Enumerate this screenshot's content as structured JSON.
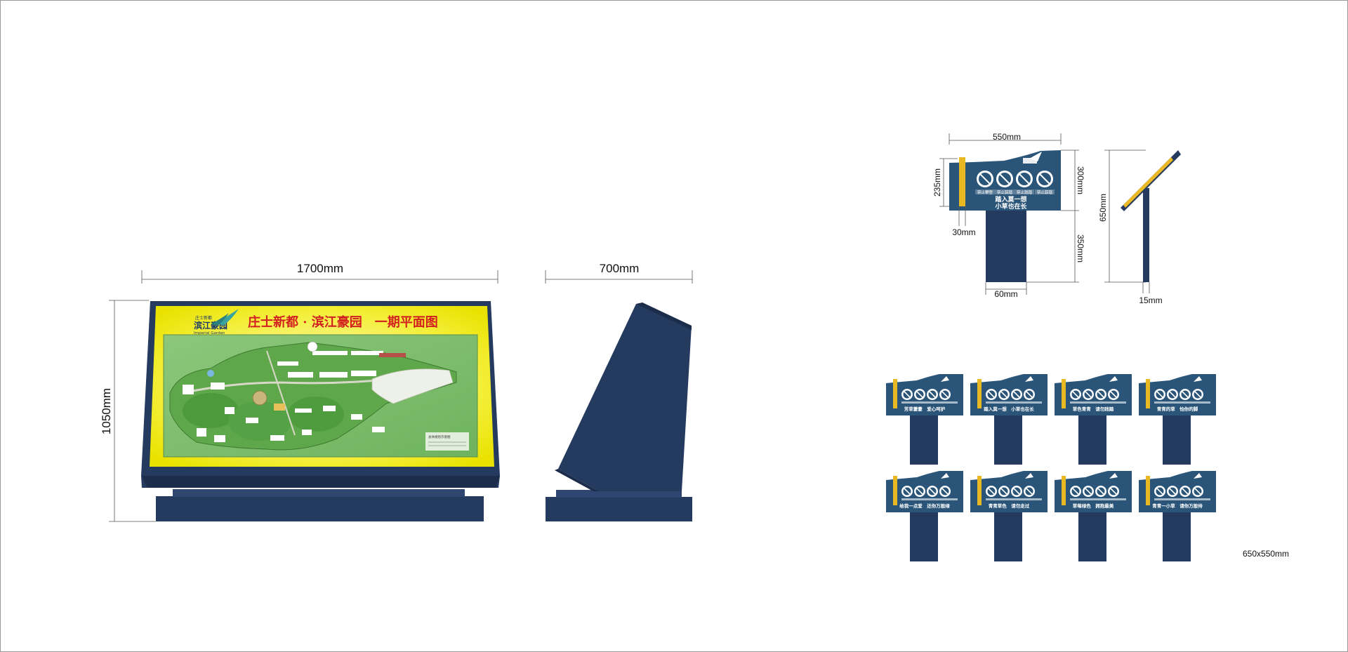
{
  "large_sign": {
    "dim_width": "1700mm",
    "dim_height": "1050mm",
    "side_dim_width": "700mm",
    "title": "庄士新都 · 滨江豪园　一期平面图",
    "logo_small_text": "庄士新都",
    "logo_name": "滨江豪园",
    "logo_english": "Imperial Garden",
    "map_legend_text": "总体规划示意图"
  },
  "small_sign": {
    "dim_width": "550mm",
    "dim_left_height": "235mm",
    "dim_right_height_top": "300mm",
    "dim_right_height_bottom": "350mm",
    "dim_post_offset": "30mm",
    "dim_post_width": "60mm",
    "side_dim_height": "650mm",
    "side_dim_thickness": "15mm",
    "icon_captions": [
      "禁止攀登",
      "禁止踩踏",
      "禁止践踏",
      "禁止踩踏"
    ],
    "slogan_line1": "踏入莫一想",
    "slogan_line2": "小草也在长"
  },
  "variants": [
    {
      "slogan": "芳草萋萋　爱心呵护"
    },
    {
      "slogan": "踏入莫一想　小草也在长"
    },
    {
      "slogan": "草色青青　请勿践踏"
    },
    {
      "slogan": "青青的草　怕你的脚"
    },
    {
      "slogan": "给我一点爱　还你万般绿"
    },
    {
      "slogan": "青青草色　请勿走过"
    },
    {
      "slogan": "草莓绿色　拥抱最美"
    },
    {
      "slogan": "青青一小草　请你万般待"
    }
  ],
  "variants_size_label": "650x550mm",
  "colors": {
    "navy": "#243a5e",
    "navy_dark": "#1b2d4a",
    "sign_blue": "#2a5578",
    "accent_yellow": "#e8b923",
    "panel_yellow": "#f3f020",
    "map_green": "#4a9a3c"
  }
}
